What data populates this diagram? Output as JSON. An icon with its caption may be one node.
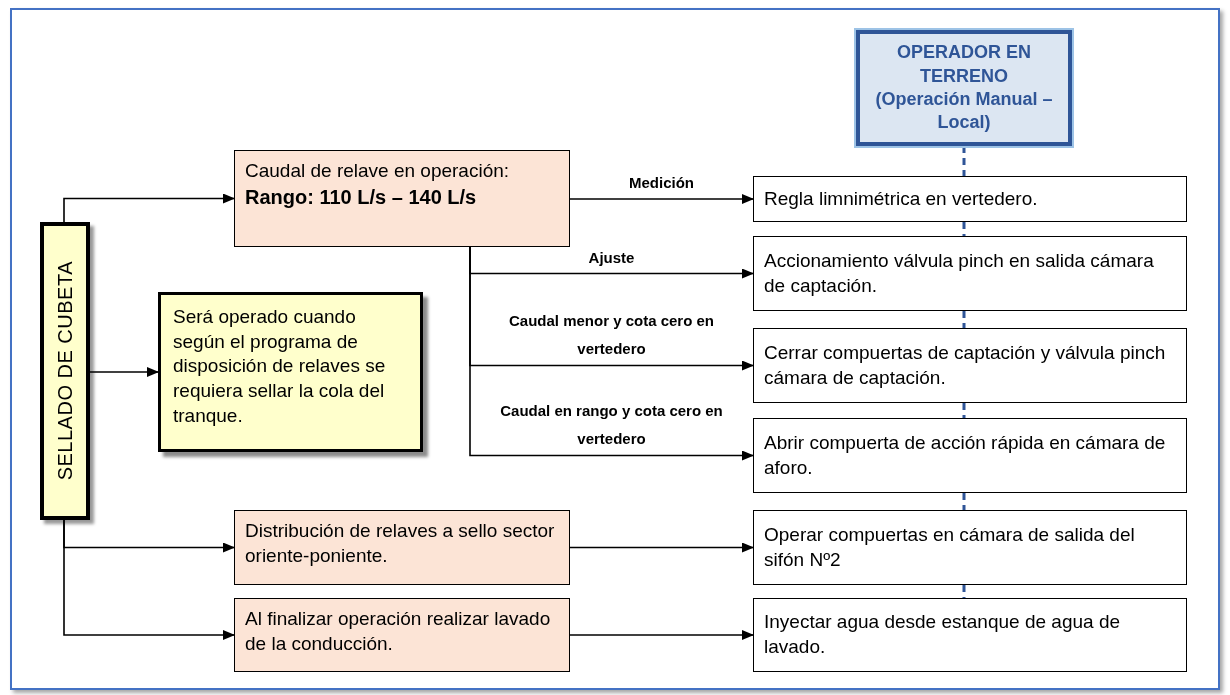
{
  "diagram": {
    "nodes": [
      {
        "text": [
          "SELLADO DE CUBETA"
        ]
      },
      {
        "text": [
          "Caudal de relave en operación:",
          "Rango: 110 L/s – 140 L/s"
        ]
      },
      {
        "text": [
          "Será operado cuando según el programa de disposición de relaves se requiera sellar la cola del tranque."
        ]
      },
      {
        "text": [
          "Distribución de relaves a sello sector oriente-poniente."
        ]
      },
      {
        "text": [
          "Al finalizar operación realizar lavado de la conducción."
        ]
      },
      {
        "text": [
          "OPERADOR EN TERRENO",
          "(Operación Manual – Local)"
        ]
      },
      {
        "text": [
          "Regla limnimétrica en vertedero."
        ]
      },
      {
        "text": [
          "Accionamiento válvula pinch en salida cámara de captación."
        ]
      },
      {
        "text": [
          "Cerrar compuertas de captación y válvula pinch cámara de captación."
        ]
      },
      {
        "text": [
          "Abrir compuerta de acción rápida en cámara de aforo."
        ]
      },
      {
        "text": [
          "Operar compuertas en cámara de salida del sifón Nº2"
        ]
      },
      {
        "text": [
          "Inyectar agua desde estanque de agua de lavado."
        ]
      }
    ],
    "edges": [
      {
        "from": 0,
        "to": 1,
        "arrow": "to"
      },
      {
        "from": 0,
        "to": 2,
        "arrow": "to"
      },
      {
        "from": 0,
        "to": 3,
        "arrow": "to"
      },
      {
        "from": 0,
        "to": 4,
        "arrow": "to"
      },
      {
        "from": 1,
        "to": 6,
        "arrow": "to",
        "label": "Medición"
      },
      {
        "from": 1,
        "to": 7,
        "arrow": "to",
        "label": "Ajuste"
      },
      {
        "from": 1,
        "to": 8,
        "arrow": "to",
        "label": "Caudal menor y cota cero en vertedero"
      },
      {
        "from": 1,
        "to": 9,
        "arrow": "to",
        "label": "Caudal en rango y cota cero en vertedero"
      },
      {
        "from": 3,
        "to": 10,
        "arrow": "to"
      },
      {
        "from": 4,
        "to": 11,
        "arrow": "to"
      },
      {
        "from": 5,
        "to": 6,
        "arrow": "none",
        "style": "dashed",
        "color": "#2f5597"
      },
      {
        "from": 6,
        "to": 7,
        "arrow": "none",
        "style": "dashed",
        "color": "#2f5597"
      },
      {
        "from": 7,
        "to": 8,
        "arrow": "none",
        "style": "dashed",
        "color": "#2f5597"
      },
      {
        "from": 8,
        "to": 9,
        "arrow": "none",
        "style": "dashed",
        "color": "#2f5597"
      },
      {
        "from": 9,
        "to": 10,
        "arrow": "none",
        "style": "dashed",
        "color": "#2f5597"
      },
      {
        "from": 10,
        "to": 11,
        "arrow": "none",
        "style": "dashed",
        "color": "#2f5597"
      }
    ]
  }
}
